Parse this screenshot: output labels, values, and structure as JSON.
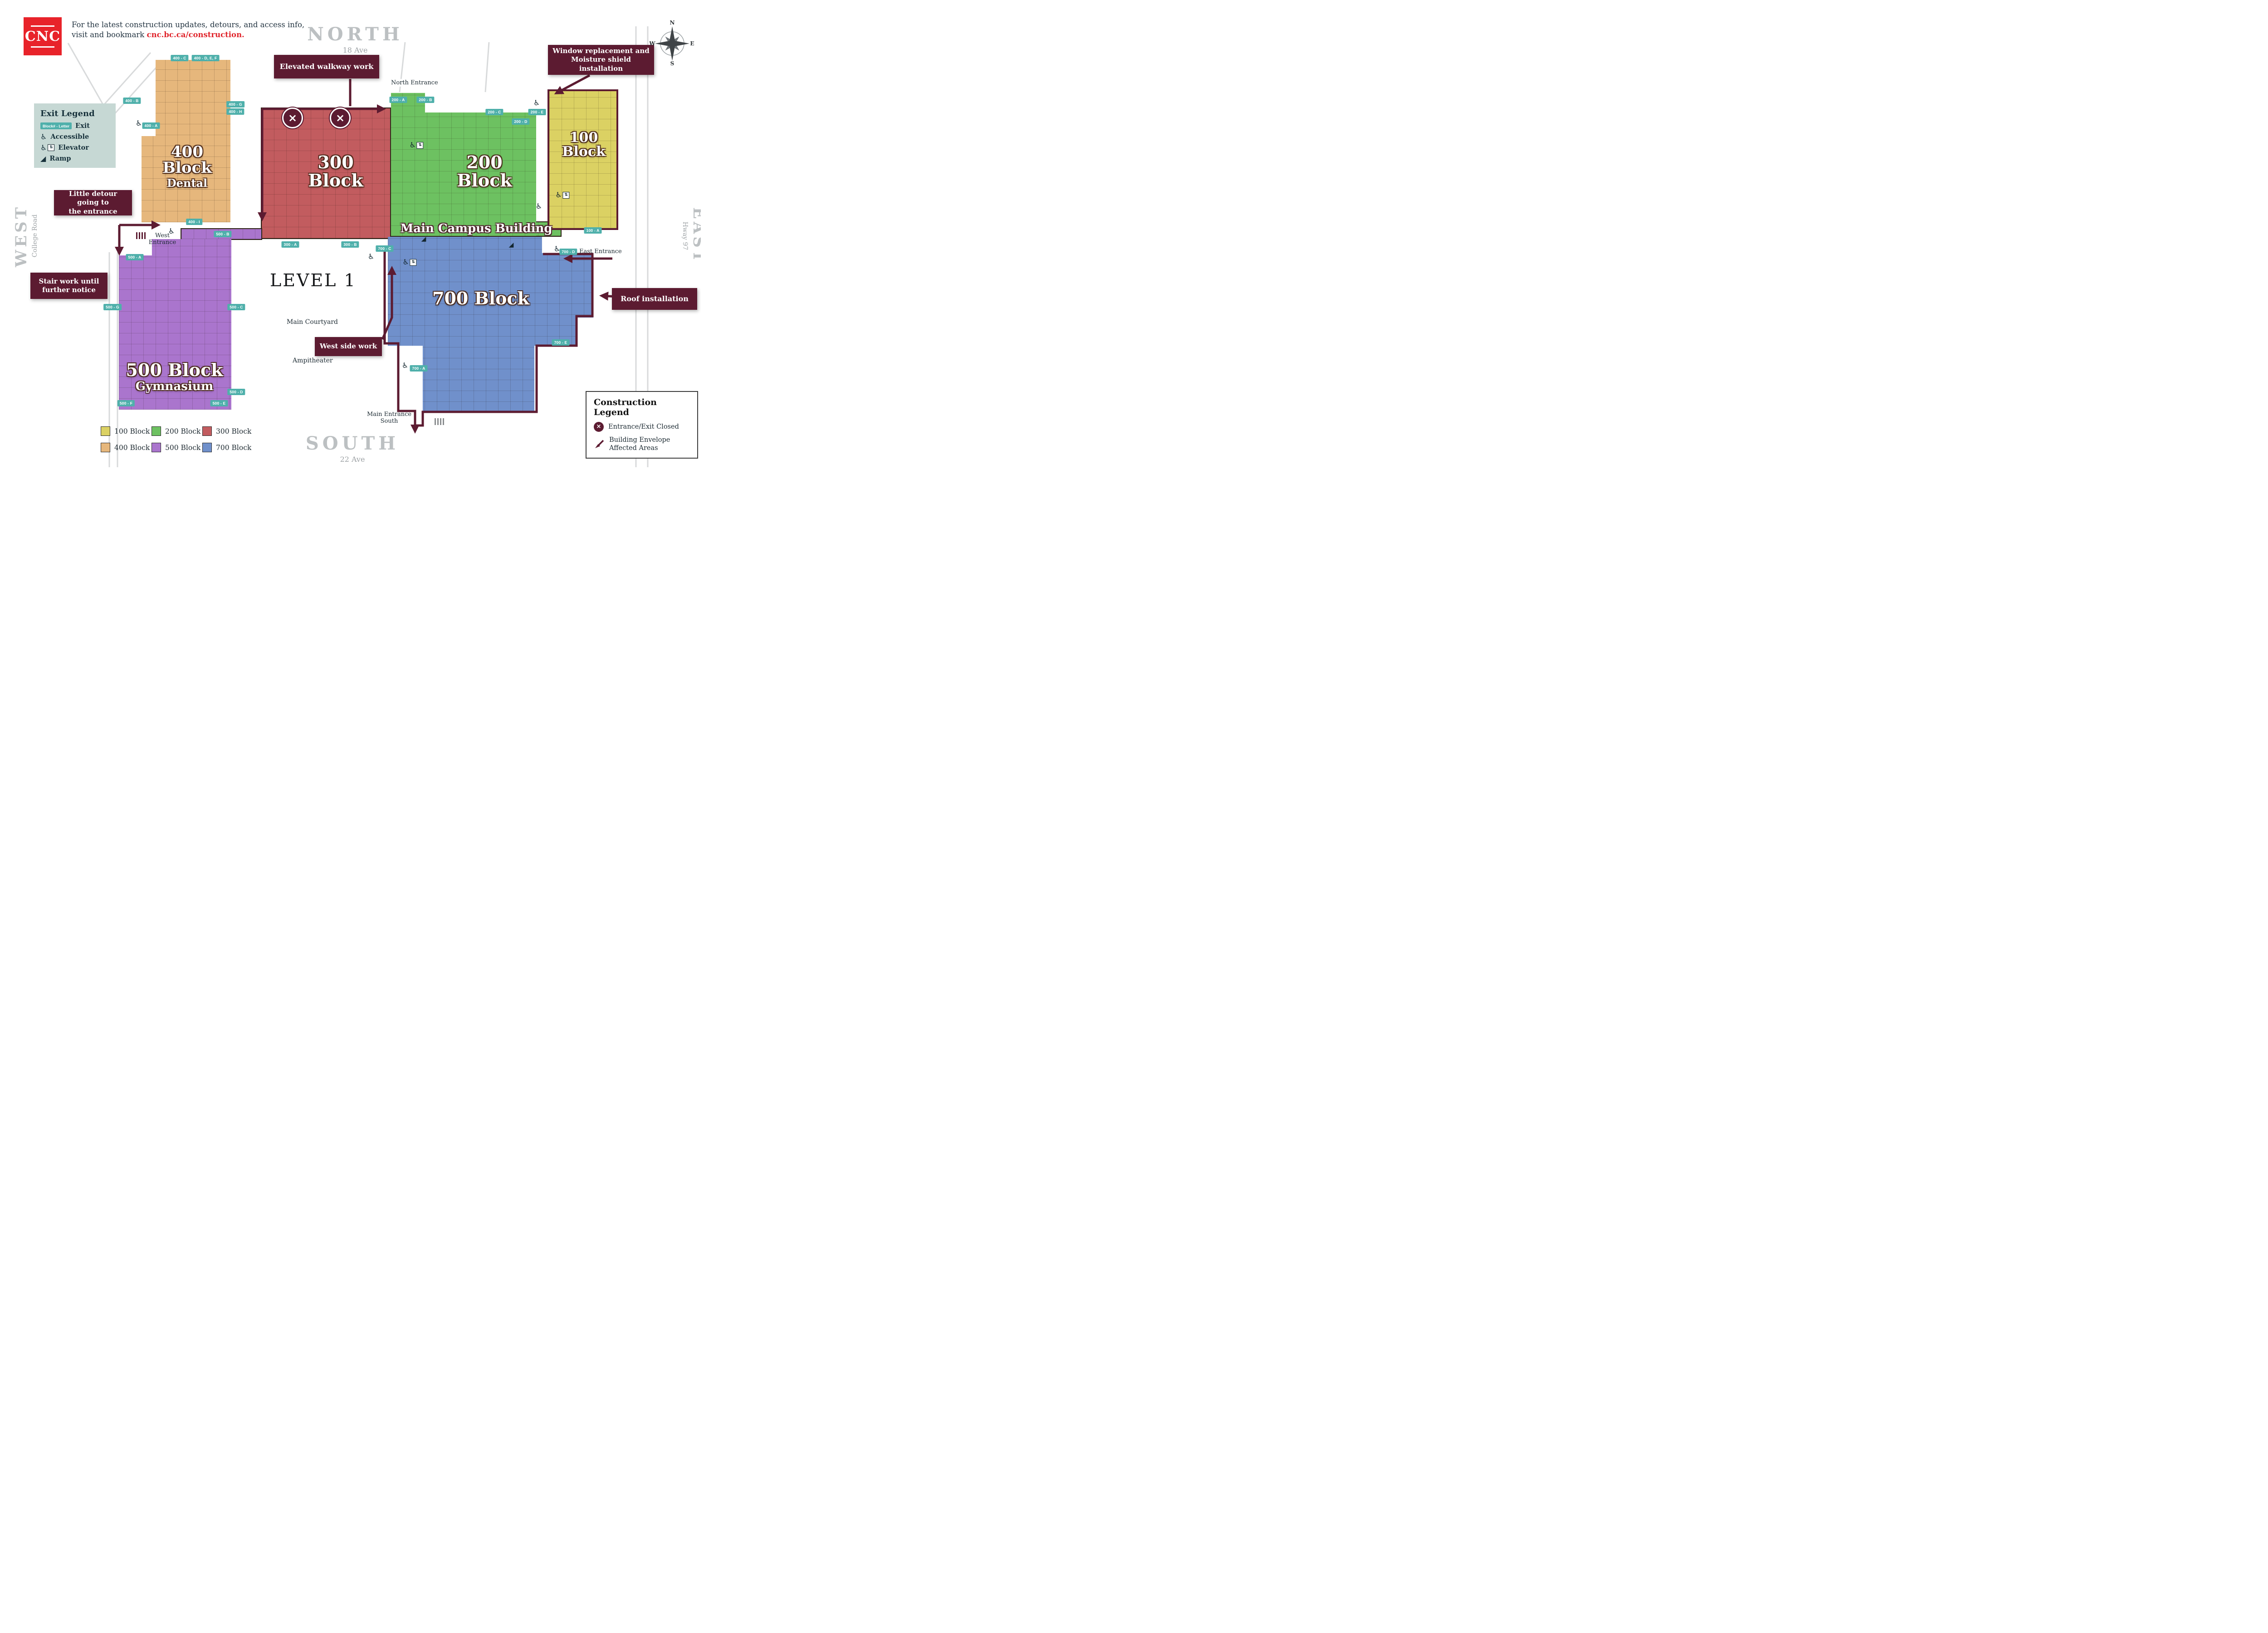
{
  "header": {
    "logo_text": "CNC",
    "notice_line1": "For the latest construction updates, detours, and access info,",
    "notice_line2": "visit and bookmark",
    "notice_link": "cnc.bc.ca/construction."
  },
  "compass": {
    "n": "N",
    "e": "E",
    "s": "S",
    "w": "W"
  },
  "directions": {
    "north": "NORTH",
    "north_sub": "18 Ave",
    "south": "SOUTH",
    "south_sub": "22 Ave",
    "west": "WEST",
    "west_sub": "College Road",
    "east": "EAST",
    "east_sub": "Hway 97"
  },
  "level_label": "LEVEL 1",
  "map_labels": {
    "main_campus": "Main Campus Building",
    "main_courtyard": "Main Courtyard",
    "ampitheater": "Ampitheater",
    "north_entrance": "North Entrance",
    "west_entrance_1": "West",
    "west_entrance_2": "Entrance",
    "east_entrance": "East Entrance",
    "main_entrance_south_1": "Main Entrance",
    "main_entrance_south_2": "South"
  },
  "blocks": {
    "b100": {
      "line1": "100",
      "line2": "Block",
      "color": "#dbd163"
    },
    "b200": {
      "line1": "200",
      "line2": "Block",
      "color": "#6dc161"
    },
    "b300": {
      "line1": "300",
      "line2": "Block",
      "color": "#c25c5f"
    },
    "b400": {
      "line1": "400",
      "line2": "Block",
      "sub": "Dental",
      "color": "#e6b77c"
    },
    "b500": {
      "line1": "500 Block",
      "sub": "Gymnasium",
      "color": "#aa75cd"
    },
    "b700": {
      "line1": "700 Block",
      "color": "#7090cb"
    }
  },
  "callouts": {
    "elevated": "Elevated walkway work",
    "window_1": "Window replacement and",
    "window_2": "Moisture shield installation",
    "detour_1": "Little detour going to",
    "detour_2": "the entrance",
    "stair_1": "Stair work until",
    "stair_2": "further notice",
    "west_side": "West side work",
    "roof": "Roof installation"
  },
  "exit_legend": {
    "title": "Exit Legend",
    "badge": "Block# - Letter",
    "exit_label": "Exit",
    "accessible": "Accessible",
    "elevator": "Elevator",
    "ramp": "Ramp"
  },
  "construction_legend": {
    "title": "Construction Legend",
    "closed": "Entrance/Exit Closed",
    "envelope_1": "Building Envelope",
    "envelope_2": "Affected Areas"
  },
  "block_legend": {
    "l100": "100 Block",
    "l200": "200 Block",
    "l300": "300 Block",
    "l400": "400 Block",
    "l500": "500 Block",
    "l700": "700 Block"
  },
  "exits": {
    "e400a": "400 - A",
    "e400b": "400 - B",
    "e400c": "400 - C",
    "e400def": "400 - D, E, F",
    "e400g": "400 - G",
    "e400h": "400 - H",
    "e400i": "400 - I",
    "e500a": "500 - A",
    "e500b": "500 - B",
    "e500c": "500 - C",
    "e500d": "500 - D",
    "e500e": "500 - E",
    "e500f": "500 - F",
    "e500g": "500 - G",
    "e300a": "300 - A",
    "e300b": "300 - B",
    "e200a": "200 - A",
    "e200b": "200 - B",
    "e200c": "200 - C",
    "e200d": "200 - D",
    "e200e": "200 - E",
    "e100a": "100 - A",
    "e700a": "700 - A",
    "e700c": "700 - C",
    "e700d": "700 - D",
    "e700e": "700 - E"
  },
  "icons": {
    "accessible": "♿",
    "elevator_box": "⇅",
    "ramp": "◢",
    "closed": "×"
  },
  "colors": {
    "maroon": "#5c1b31",
    "teal": "#4fb0ab",
    "link_red": "#e0242b",
    "logo_red": "#e8232a"
  }
}
